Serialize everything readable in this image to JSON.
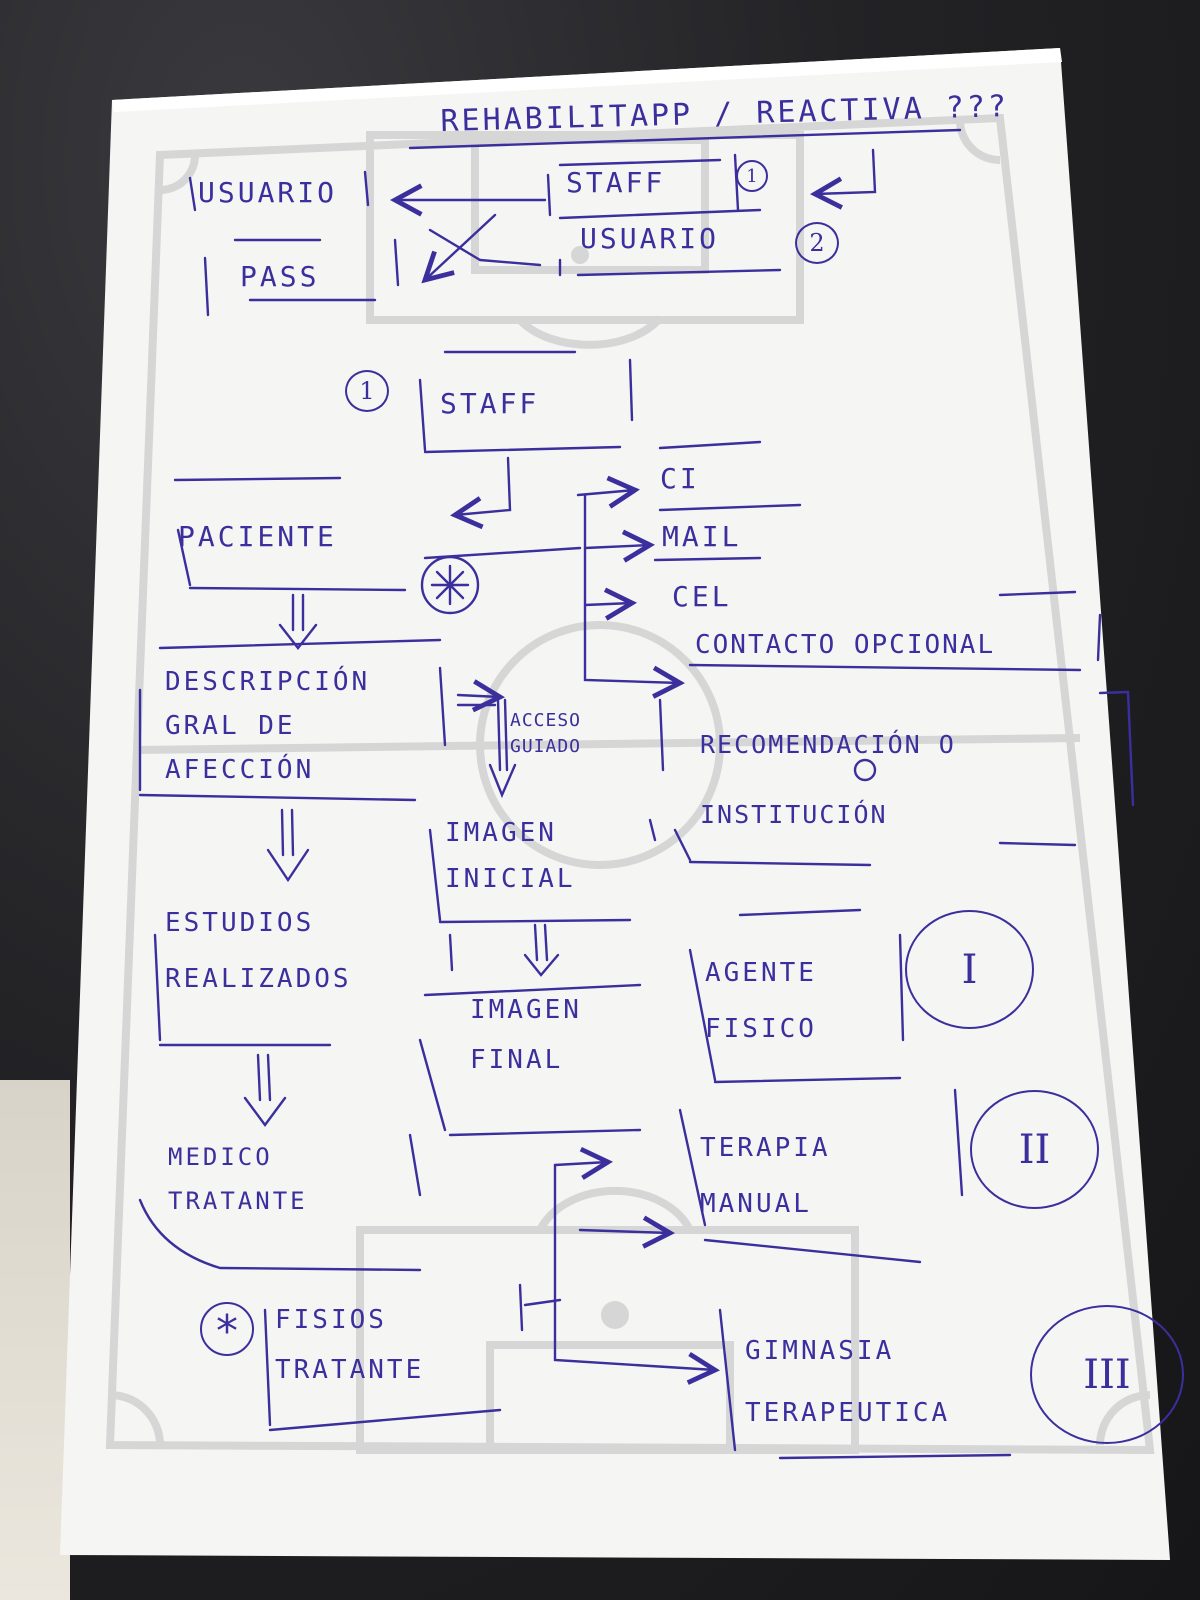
{
  "title": "Rehabilitapp / Reactiva ???",
  "login": {
    "user_label": "Usuario",
    "pass_label": "Pass",
    "option_staff": "Staff",
    "option_staff_num": "1",
    "option_user": "Usuario",
    "option_user_num": "2"
  },
  "staff_section": {
    "marker": "1",
    "staff_label": "Staff",
    "patient_label": "Paciente",
    "asterisk": "*",
    "patient_fields": [
      "CI",
      "Mail",
      "Cel",
      "Contacto opcional"
    ],
    "recommendation": "Recomendación o Institución",
    "description": "Descripción gral de afección",
    "access": "Acceso guiado",
    "initial_image": "Imagen inicial",
    "final_image": "Imagen final",
    "studies": "Estudios realizados",
    "doctor": "Medico tratante",
    "physios_marker": "*",
    "physios": "Fisios tratante",
    "therapies": [
      {
        "label": "Agente fisico",
        "numeral": "I"
      },
      {
        "label": "Terapia manual",
        "numeral": "II"
      },
      {
        "label": "Gimnasia terapeutica",
        "numeral": "III"
      }
    ]
  },
  "colors": {
    "ink": "#3a2f9c",
    "field_lines": "#d4d4d4",
    "paper": "#f5f5f3"
  }
}
